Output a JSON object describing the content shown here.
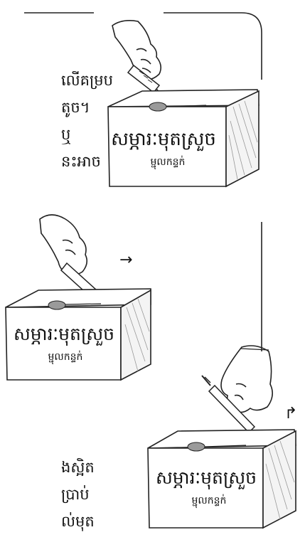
{
  "text_top": [
    "លើគម្រប",
    "តូច។",
    "ឬ",
    "នះអាច"
  ],
  "text_bottom": [
    "ងស្អិត",
    "ប្រាប់",
    "ល់មុត"
  ],
  "box_label_main": "សម្ភារៈមុតស្រួច",
  "box_label_sub": "ម្ជុលកន្ទក់",
  "arrow_right": "→",
  "arrow_curve": "↱"
}
